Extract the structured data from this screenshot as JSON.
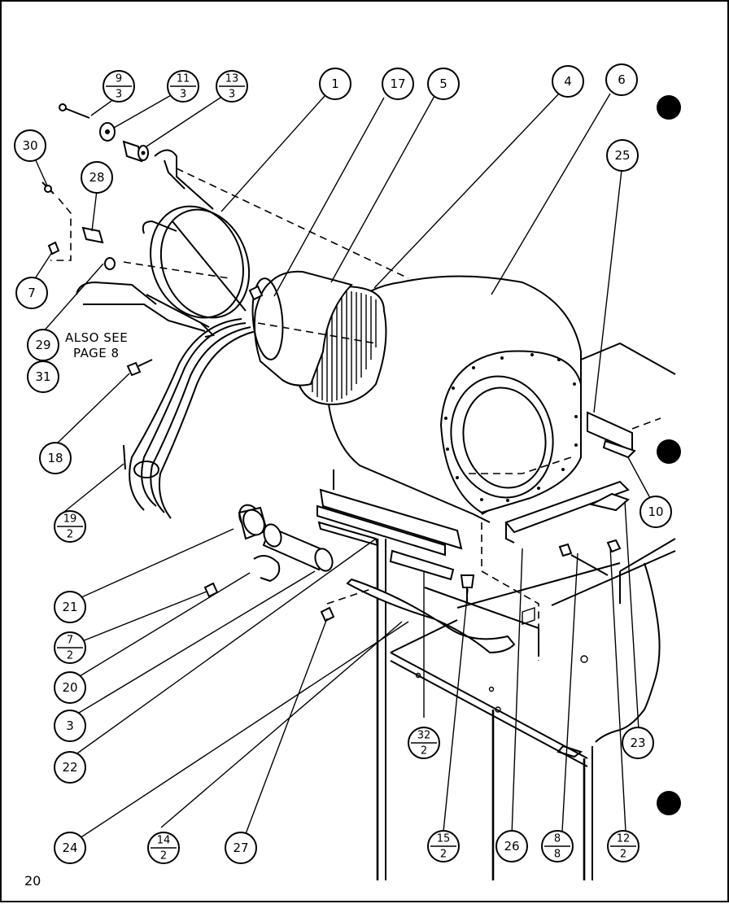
{
  "page_number": "20",
  "note": {
    "line1": "ALSO SEE",
    "line2": "PAGE 8"
  },
  "callouts": {
    "c1": "1",
    "c3": "3",
    "c4": "4",
    "c5": "5",
    "c6": "6",
    "c10": "10",
    "c17": "17",
    "c18": "18",
    "c20": "20",
    "c21": "21",
    "c22": "22",
    "c23": "23",
    "c24": "24",
    "c25": "25",
    "c26": "26",
    "c27": "27",
    "c28": "28",
    "c29": "29",
    "c30": "30",
    "c31": "31",
    "c7": "7"
  },
  "fraction_callouts": {
    "f9_3": {
      "top": "9",
      "bottom": "3"
    },
    "f11_3": {
      "top": "11",
      "bottom": "3"
    },
    "f13_3": {
      "top": "13",
      "bottom": "3"
    },
    "f19_2": {
      "top": "19",
      "bottom": "2"
    },
    "f7_2": {
      "top": "7",
      "bottom": "2"
    },
    "f14_2": {
      "top": "14",
      "bottom": "2"
    },
    "f32_2": {
      "top": "32",
      "bottom": "2"
    },
    "f15_2": {
      "top": "15",
      "bottom": "2"
    },
    "f8_8": {
      "top": "8",
      "bottom": "8"
    },
    "f12_2": {
      "top": "12",
      "bottom": "2"
    }
  }
}
